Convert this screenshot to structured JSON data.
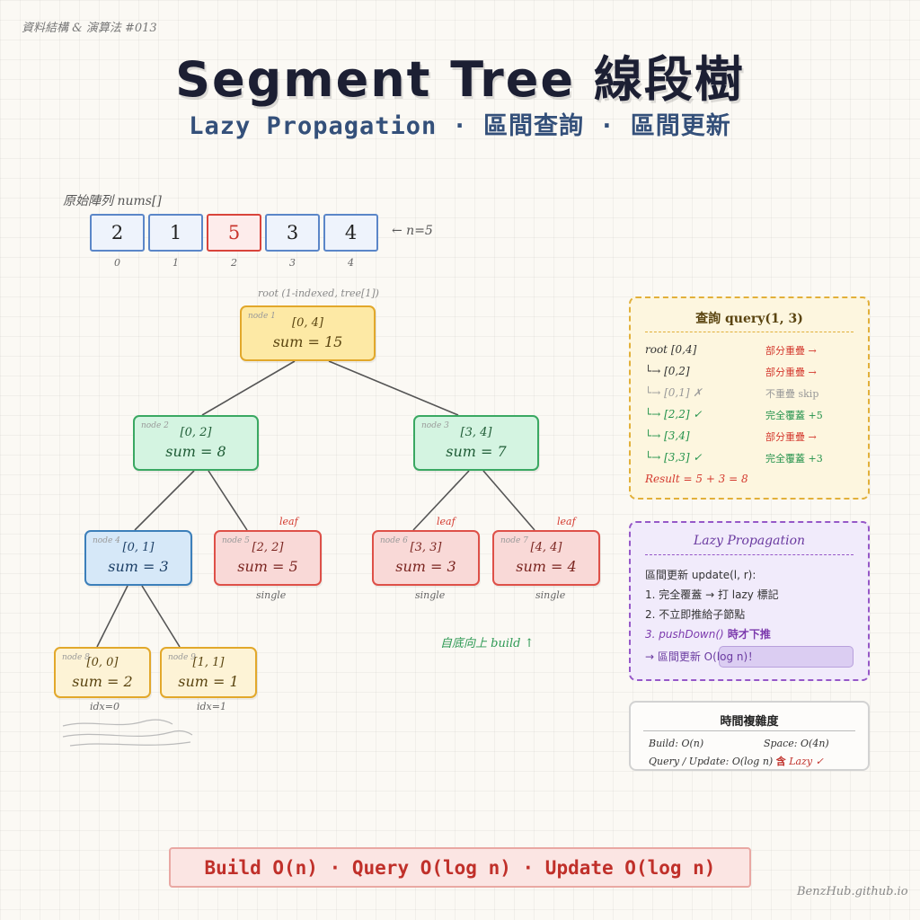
{
  "series_tag": "資料結構 & 演算法 #013",
  "title": "Segment Tree 線段樹",
  "subtitle": "Lazy Propagation · 區間查詢 · 區間更新",
  "array": {
    "label": "原始陣列 nums[]",
    "values": [
      "2",
      "1",
      "5",
      "3",
      "4"
    ],
    "indices": [
      "0",
      "1",
      "2",
      "3",
      "4"
    ],
    "highlighted_index": 2,
    "size_note": "← n=5"
  },
  "root_note": "root (1-indexed, tree[1])",
  "tree": {
    "nodes": [
      {
        "id": "node 1",
        "range": "[0, 4]",
        "sum": "sum = 15"
      },
      {
        "id": "node 2",
        "range": "[0, 2]",
        "sum": "sum = 8"
      },
      {
        "id": "node 3",
        "range": "[3, 4]",
        "sum": "sum = 7"
      },
      {
        "id": "node 4",
        "range": "[0, 1]",
        "sum": "sum = 3"
      },
      {
        "id": "node 5",
        "range": "[2, 2]",
        "sum": "sum = 5"
      },
      {
        "id": "node 6",
        "range": "[3, 3]",
        "sum": "sum = 3"
      },
      {
        "id": "node 7",
        "range": "[4, 4]",
        "sum": "sum = 4"
      },
      {
        "id": "node 8",
        "range": "[0, 0]",
        "sum": "sum = 2"
      },
      {
        "id": "node 9",
        "range": "[1, 1]",
        "sum": "sum = 1"
      }
    ],
    "leaf_label": "leaf",
    "single_label": "single",
    "idx_labels": [
      "idx=0",
      "idx=1"
    ],
    "build_note": "自底向上 build ↑"
  },
  "query_panel": {
    "title": "查詢 query(1, 3)",
    "rows": [
      {
        "path": "root [0,4]",
        "status": "部分重疊 →"
      },
      {
        "path": "└→ [0,2]",
        "status": "部分重疊 →"
      },
      {
        "path": "└→ [0,1] ✗",
        "status": "不重疊 skip"
      },
      {
        "path": "└→ [2,2] ✓",
        "status": "完全覆蓋 +5"
      },
      {
        "path": "└→ [3,4]",
        "status": "部分重疊 →"
      },
      {
        "path": "└→ [3,3] ✓",
        "status": "完全覆蓋 +3"
      }
    ],
    "result": "Result = 5 + 3 = 8"
  },
  "lazy_panel": {
    "title": "Lazy Propagation",
    "lines": [
      "區間更新 update(l, r):",
      "1. 完全覆蓋 → 打 lazy 標記",
      "2. 不立即推給子節點"
    ],
    "pushdown_fn": "3. pushDown()",
    "pushdown_text": " 時才下推",
    "conclusion": "→ 區間更新 O(log n)！"
  },
  "complexity": {
    "title": "時間複雜度",
    "build": "Build: O(n)",
    "space": "Space: O(4n)",
    "query_update": "Query / Update: O(log n)",
    "lazy_prefix": "含",
    "lazy_word": "Lazy ✓"
  },
  "banner": "Build O(n) · Query O(log n) · Update O(log n)",
  "signature": "BenzHub.github.io",
  "colors": {
    "root": "#fde9a5",
    "internal": "#d4f4e1",
    "inner_left": "#d6e8f8",
    "leaf": "#f9d9d7",
    "highlight": "#d9443b"
  }
}
